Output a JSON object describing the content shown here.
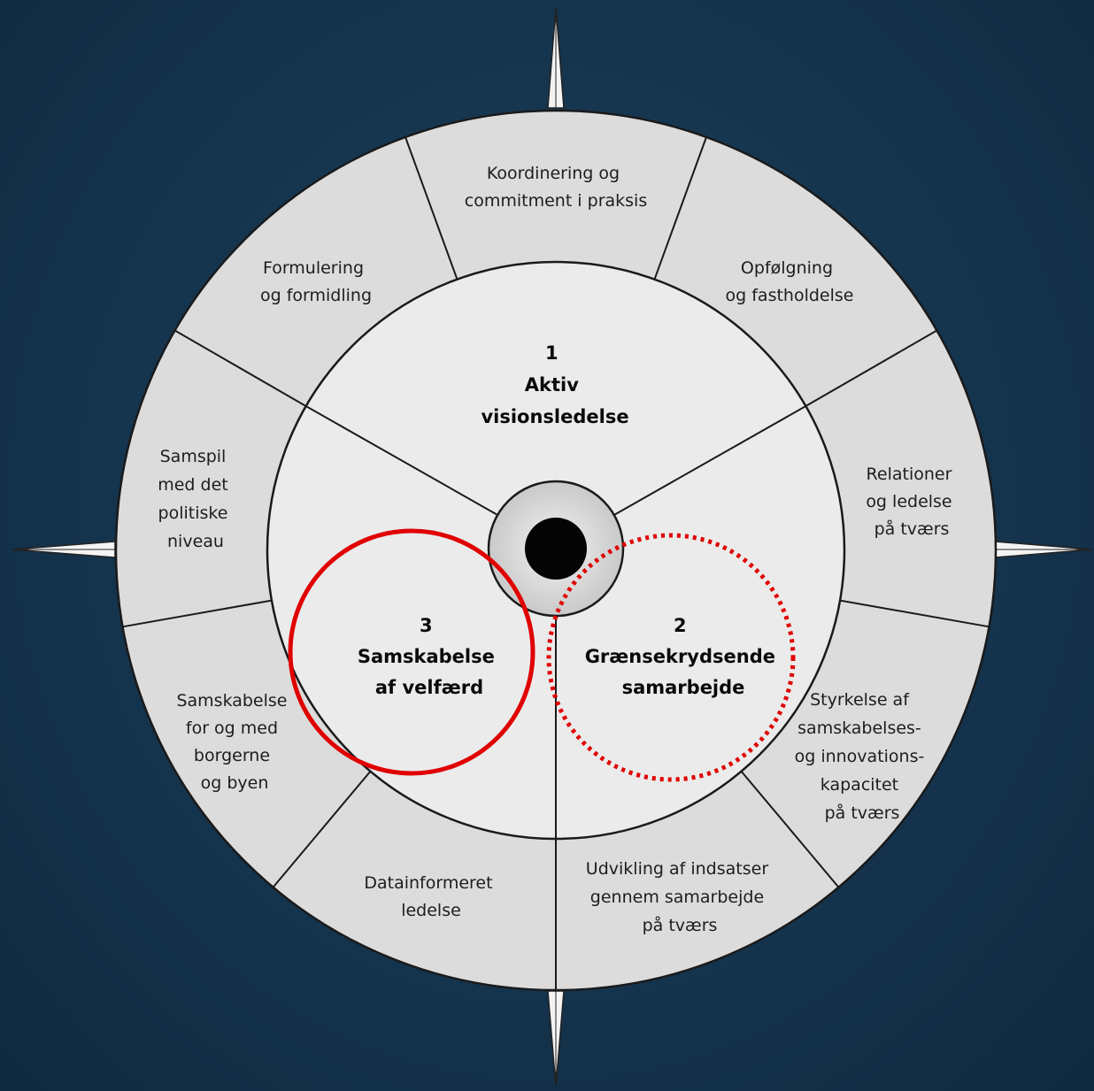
{
  "colors": {
    "background": "#163650",
    "ring_fill": "#dcdcdc",
    "inner_fill": "#ebebeb",
    "line": "#1a1a1a",
    "highlight_red": "#e00000"
  },
  "outer_segments": [
    {
      "id": "koordinering",
      "lines": [
        "Koordinering og",
        "commitment i praksis"
      ]
    },
    {
      "id": "opfolgning",
      "lines": [
        "Opfølgning",
        "og fastholdelse"
      ]
    },
    {
      "id": "relationer",
      "lines": [
        "Relationer",
        "og ledelse",
        "på tværs"
      ]
    },
    {
      "id": "styrkelse",
      "lines": [
        "Styrkelse af",
        "samskabelses-",
        "og innovations-",
        "kapacitet",
        "på tværs"
      ]
    },
    {
      "id": "udvikling",
      "lines": [
        "Udvikling af indsatser",
        "gennem samarbejde",
        "på tværs"
      ]
    },
    {
      "id": "datainformeret",
      "lines": [
        "Datainformeret",
        "ledelse"
      ]
    },
    {
      "id": "samskabelse-borgere",
      "lines": [
        "Samskabelse",
        "for og med",
        "borgerne",
        "og byen"
      ]
    },
    {
      "id": "samspil",
      "lines": [
        "Samspil",
        "med det",
        "politiske",
        "niveau"
      ]
    },
    {
      "id": "formulering",
      "lines": [
        "Formulering",
        "og formidling"
      ]
    }
  ],
  "inner_segments": [
    {
      "id": "aktiv-visionsledelse",
      "number": "1",
      "lines": [
        "Aktiv",
        "visionsledelse"
      ]
    },
    {
      "id": "graensekrydsende-samarbejde",
      "number": "2",
      "lines": [
        "Grænsekrydsende",
        "samarbejde"
      ]
    },
    {
      "id": "samskabelse-af-velfaerd",
      "number": "3",
      "lines": [
        "Samskabelse",
        "af velfærd"
      ]
    }
  ],
  "highlights": [
    {
      "id": "solid",
      "style": "solid",
      "target": "samskabelse-af-velfaerd"
    },
    {
      "id": "dotted",
      "style": "dotted",
      "target": "graensekrydsende-samarbejde"
    }
  ]
}
